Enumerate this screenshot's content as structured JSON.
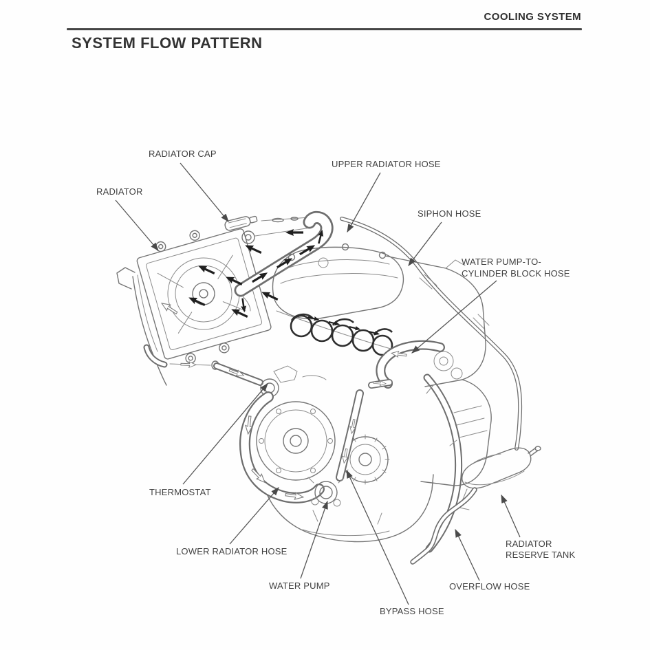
{
  "page": {
    "header": "COOLING SYSTEM",
    "title": "SYSTEM FLOW PATTERN"
  },
  "labels": {
    "radiator_cap": "RADIATOR CAP",
    "upper_radiator_hose": "UPPER RADIATOR HOSE",
    "radiator": "RADIATOR",
    "siphon_hose": "SIPHON HOSE",
    "water_pump_to_cylinder_block_hose_line1": "WATER PUMP-TO-",
    "water_pump_to_cylinder_block_hose_line2": "CYLINDER BLOCK HOSE",
    "thermostat": "THERMOSTAT",
    "lower_radiator_hose": "LOWER RADIATOR HOSE",
    "water_pump": "WATER PUMP",
    "bypass_hose": "BYPASS HOSE",
    "overflow_hose": "OVERFLOW HOSE",
    "radiator_reserve_tank_line1": "RADIATOR",
    "radiator_reserve_tank_line2": "RESERVE TANK"
  },
  "colors": {
    "line_ink": "#757575",
    "label_ink": "#414141",
    "flow_arrow": "#1f1f1f",
    "header_rule": "#454545",
    "background": "#fefefe"
  }
}
